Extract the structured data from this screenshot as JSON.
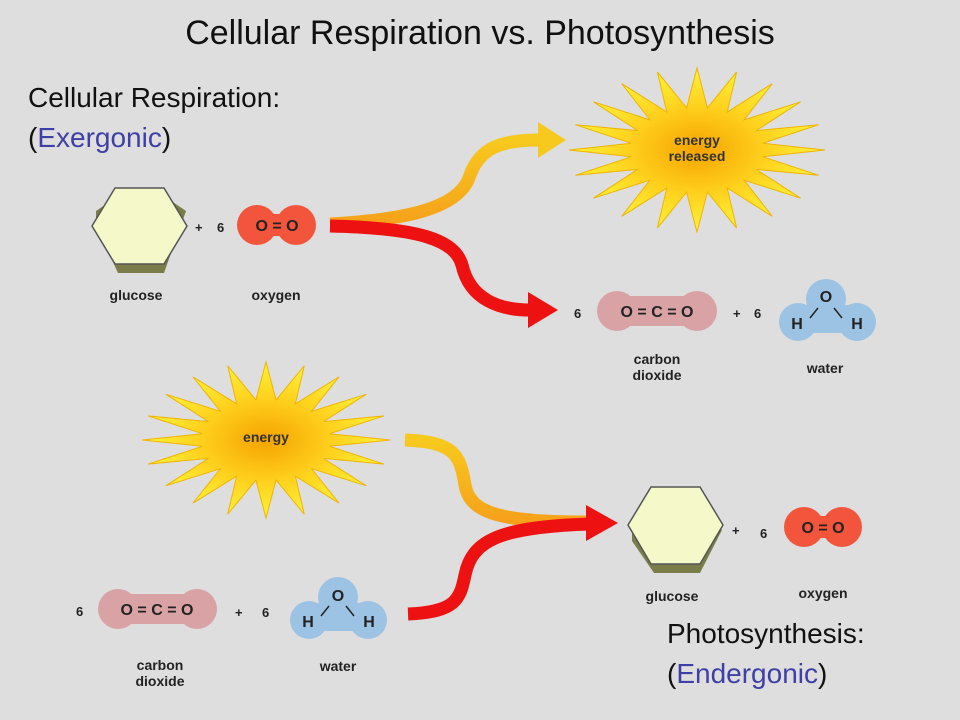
{
  "title": "Cellular Respiration vs. Photosynthesis",
  "respiration": {
    "heading": "Cellular Respiration:",
    "type_open": "(",
    "type": "Exergonic",
    "type_close": ")",
    "reactants": {
      "glucose_label": "glucose",
      "plus": "+",
      "oxygen_coef": "6",
      "oxygen_formula": "O = O",
      "oxygen_label": "oxygen"
    },
    "energy_line1": "energy",
    "energy_line2": "released",
    "products": {
      "co2_coef": "6",
      "co2_formula": "O = C = O",
      "plus": "+",
      "water_coef": "6",
      "water_o": "O",
      "water_h1": "H",
      "water_h2": "H",
      "co2_label_1": "carbon",
      "co2_label_2": "dioxide",
      "water_label": "water"
    }
  },
  "photosynthesis": {
    "heading": "Photosynthesis:",
    "type_open": "(",
    "type": "Endergonic",
    "type_close": ")",
    "energy": "energy",
    "reactants": {
      "co2_coef": "6",
      "co2_formula": "O = C = O",
      "plus": "+",
      "water_coef": "6",
      "water_o": "O",
      "water_h1": "H",
      "water_h2": "H",
      "co2_label_1": "carbon",
      "co2_label_2": "dioxide",
      "water_label": "water"
    },
    "products": {
      "glucose_label": "glucose",
      "plus": "+",
      "oxygen_coef": "6",
      "oxygen_formula": "O = O",
      "oxygen_label": "oxygen"
    }
  },
  "colors": {
    "accent": "#3f3fa8",
    "background": "#dedede",
    "glucose_fill": "#f5f9c9",
    "oxygen_fill": "#f2553c",
    "co2_fill": "#d9a3a5",
    "water_fill": "#9cc3e3",
    "arrow_red": "#ee1111",
    "arrow_orange": "#f5a21a",
    "burst_yellow": "#ffe020"
  }
}
